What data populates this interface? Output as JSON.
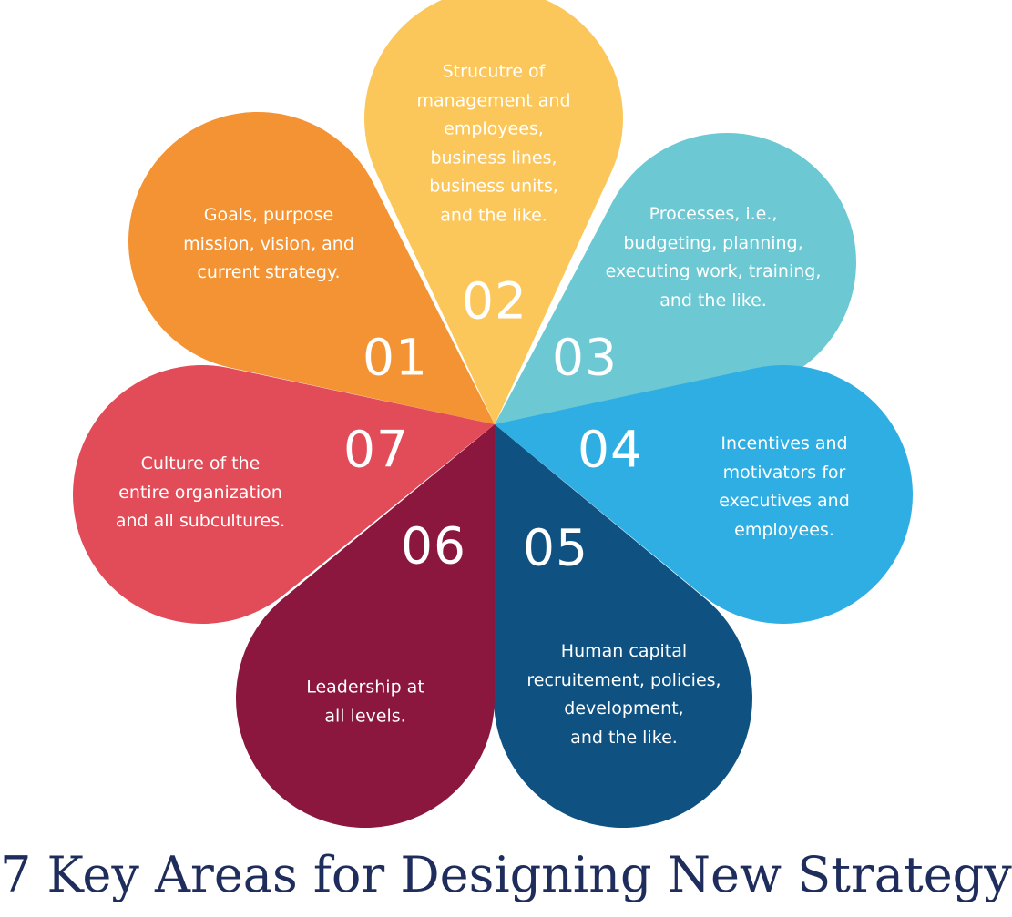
{
  "title": "7 Key Areas for Designing New Strategy",
  "petals": [
    {
      "number": "01",
      "color": "#f39334",
      "lines": [
        "Goals, purpose",
        "mission, vision, and",
        "current strategy."
      ]
    },
    {
      "number": "02",
      "color": "#fcc75a",
      "lines": [
        "Strucutre of",
        "management and",
        "employees,",
        "business lines,",
        "business units,",
        "and the like."
      ]
    },
    {
      "number": "03",
      "color": "#6cc9d3",
      "lines": [
        "Processes, i.e.,",
        "budgeting, planning,",
        "executing work, training,",
        "and the like."
      ]
    },
    {
      "number": "04",
      "color": "#2faee3",
      "lines": [
        "Incentives and",
        "motivators for",
        "executives and",
        "employees."
      ]
    },
    {
      "number": "05",
      "color": "#0f5282",
      "lines": [
        "Human capital",
        "recruitement, policies,",
        "development,",
        "and the like."
      ]
    },
    {
      "number": "06",
      "color": "#8b173f",
      "lines": [
        "Leadership at",
        "all levels."
      ]
    },
    {
      "number": "07",
      "color": "#e24b58",
      "lines": [
        "Culture of the",
        "entire organization",
        "and all subcultures."
      ]
    }
  ]
}
